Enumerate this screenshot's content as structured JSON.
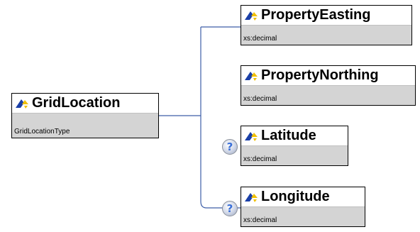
{
  "root": {
    "name": "GridLocation",
    "type": "GridLocationType"
  },
  "children": [
    {
      "name": "PropertyEasting",
      "type": "xs:decimal",
      "optional": false
    },
    {
      "name": "PropertyNorthing",
      "type": "xs:decimal",
      "optional": false
    },
    {
      "name": "Latitude",
      "type": "xs:decimal",
      "optional": true
    },
    {
      "name": "Longitude",
      "type": "xs:decimal",
      "optional": true
    }
  ],
  "icons": {
    "element": "element-icon",
    "optional": "optional-question-icon",
    "optional_glyph": "?"
  },
  "colors": {
    "connector": "#3d5ea8",
    "node_fill": "#d4d4d4",
    "icon_blue": "#1a3fa8",
    "icon_yellow": "#f0c000"
  }
}
